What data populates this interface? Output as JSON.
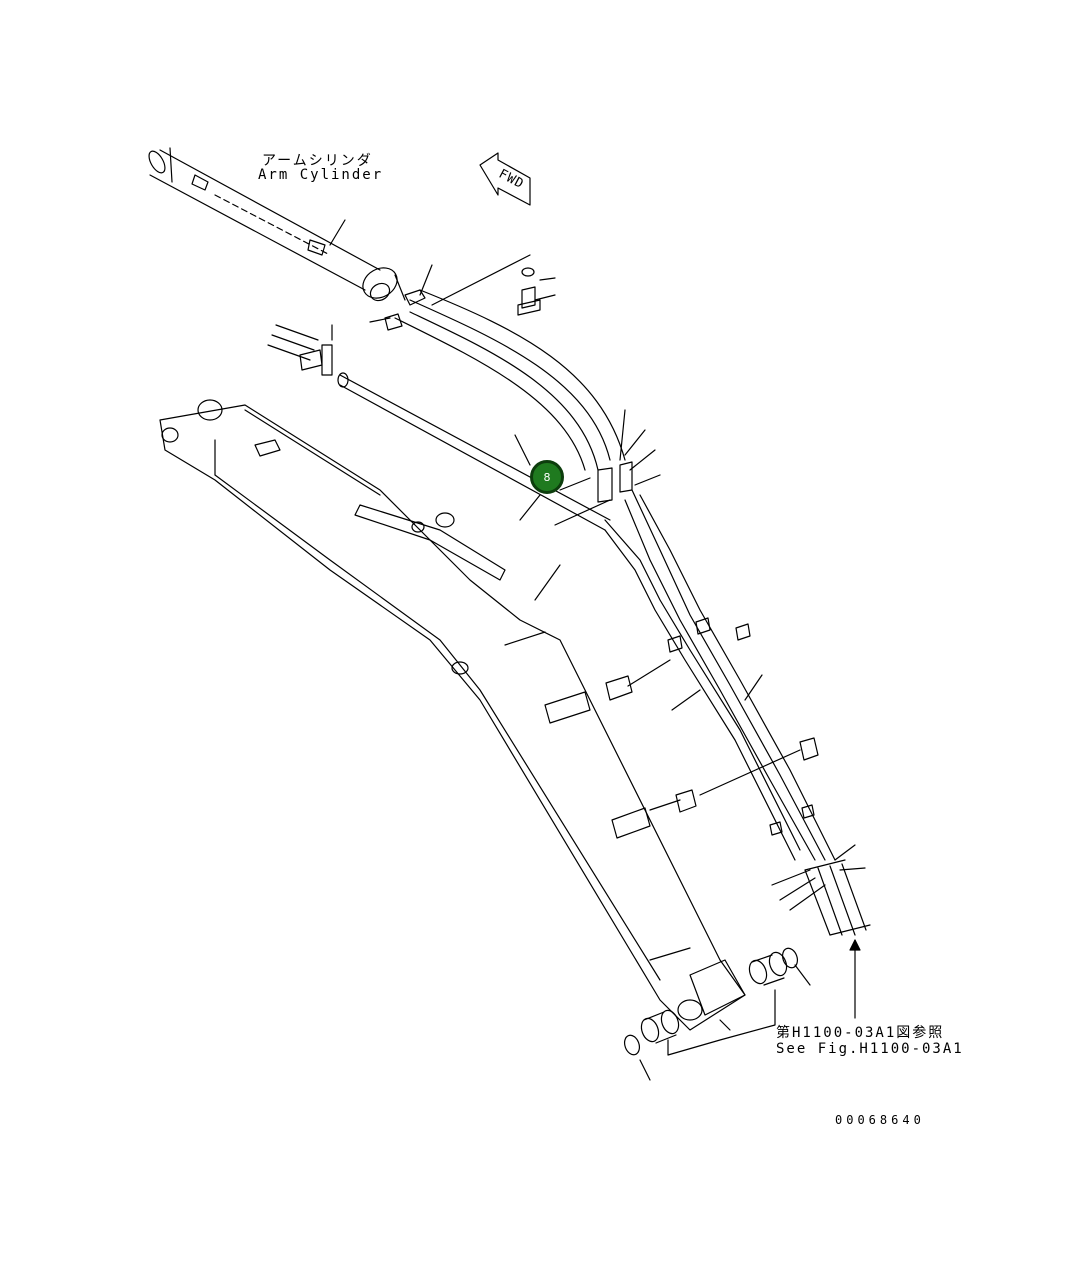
{
  "labels": {
    "arm_cylinder_jp": "アームシリンダ",
    "arm_cylinder_en": "Arm Cylinder",
    "fwd": "FWD",
    "ref_jp": "第H1100-03A1図参照",
    "ref_en": "See Fig.H1100-03A1",
    "drawing_number": "00068640"
  },
  "callout": {
    "number": "8",
    "color": "#1f7a1f"
  },
  "colors": {
    "line": "#000000",
    "background": "#ffffff"
  }
}
